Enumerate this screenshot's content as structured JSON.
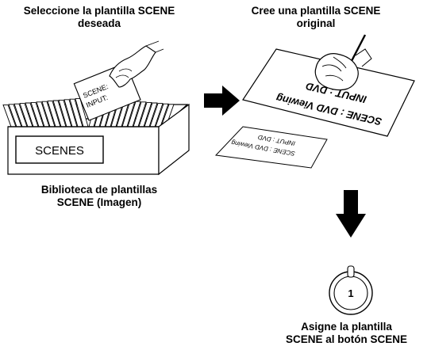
{
  "steps": {
    "select": {
      "line1": "Seleccione la plantilla SCENE",
      "line2": "deseada"
    },
    "create": {
      "line1": "Cree una plantilla SCENE",
      "line2": "original"
    },
    "library": {
      "line1": "Biblioteca de plantillas",
      "line2": "SCENE (Imagen)"
    },
    "assign": {
      "line1": "Asigne la plantilla",
      "line2": "SCENE al botón SCENE"
    }
  },
  "box_label": "SCENES",
  "card": {
    "scene": "SCENE:",
    "input": "INPUT:"
  },
  "template_large": {
    "scene": "SCENE : DVD Viewing",
    "input": "INPUT : DVD"
  },
  "template_small": {
    "scene": "SCENE : DVD Viewing",
    "input": "INPUT : DVD"
  },
  "knob_number": "1",
  "colors": {
    "ink": "#000000",
    "background": "#ffffff"
  }
}
